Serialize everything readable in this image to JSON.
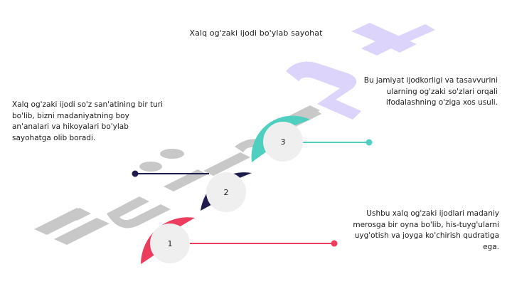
{
  "watermark": {
    "text": "Hujjat 24"
  },
  "slide": {
    "title": "Xalq og'zaki ijodi bo'ylab sayohat",
    "left_text": "Xalq og'zaki ijodi so'z san'atining bir turi bo'lib, bizni madaniyatning boy an'analari va hikoyalari bo'ylab sayohatga olib boradi.",
    "right_top_text": "Bu jamiyat ijodkorligi va tasavvurini ularning og'zaki so'zlari orqali ifodalashning o'ziga xos usuli.",
    "right_bottom_text": "Ushbu xalq og'zaki ijodlari madaniy merosga bir oyna bo'lib, his-tuyg'ularni uyg'otish va joyga ko'chirish qudratiga ega."
  },
  "steps": [
    {
      "number": "1",
      "color": "#ec3d5e"
    },
    {
      "number": "2",
      "color": "#1f1c4f"
    },
    {
      "number": "3",
      "color": "#4fcfc0"
    }
  ],
  "colors": {
    "disk": "#efefef",
    "watermark_gray": "#c3c3c3",
    "watermark_purple": "#dcd4fa"
  }
}
